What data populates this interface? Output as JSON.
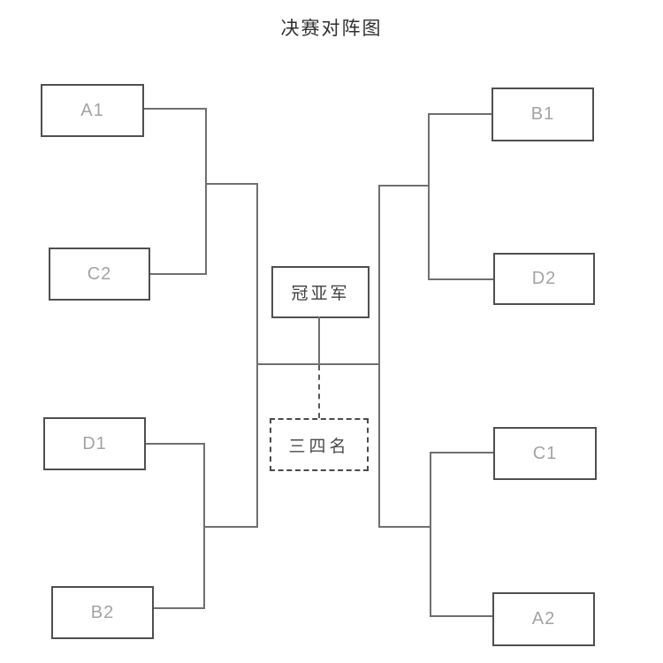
{
  "title": "决赛对阵图",
  "bracket": {
    "semifinal_left_top": {
      "team1": "A1",
      "team2": "C2"
    },
    "semifinal_left_bottom": {
      "team1": "D1",
      "team2": "B2"
    },
    "semifinal_right_top": {
      "team1": "B1",
      "team2": "D2"
    },
    "semifinal_right_bottom": {
      "team1": "C1",
      "team2": "A2"
    },
    "final_label": "冠亚军",
    "third_place_label": "三四名"
  },
  "colors": {
    "background": "#ffffff",
    "connector_line": "#6f6f6f",
    "box_border": "#4f4f4f",
    "team_label_text": "#a3a3a3",
    "final_box_text": "#3f3f3f",
    "third_place_text": "#4a4a4a",
    "title_text": "#2f2f2f"
  }
}
